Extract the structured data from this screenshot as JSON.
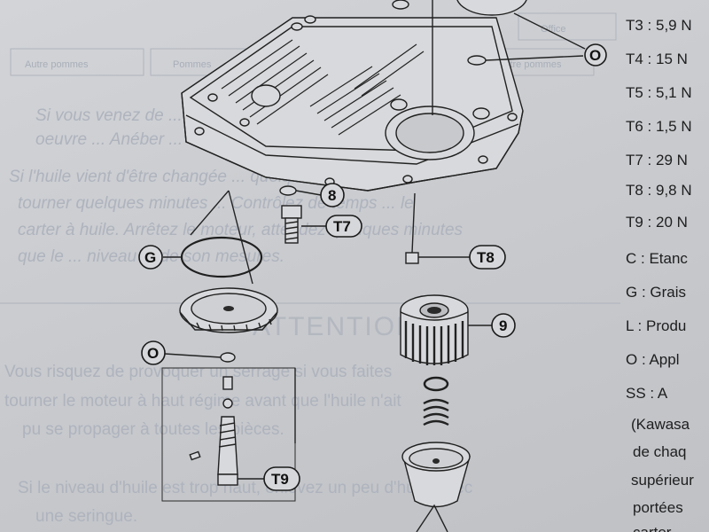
{
  "legend": [
    {
      "text": "T3 : 5,9 N"
    },
    {
      "text": "T4 : 15 N"
    },
    {
      "text": "T5 : 5,1 N"
    },
    {
      "text": "T6 : 1,5 N"
    },
    {
      "text": "T7 : 29 N"
    },
    {
      "text": "T8 : 9,8 N"
    },
    {
      "text": "T9 : 20 N"
    },
    {
      "text": "C : Etanc"
    },
    {
      "text": "G : Grais"
    },
    {
      "text": "L : Produ"
    },
    {
      "text": "O : Appl"
    },
    {
      "text": "SS   :   A"
    },
    {
      "text": "(Kawasa"
    },
    {
      "text": "de chaq"
    },
    {
      "text": "supérieur"
    },
    {
      "text": "portées"
    },
    {
      "text": "carter"
    }
  ],
  "callouts": {
    "o_top": "O",
    "eight": "8",
    "t7": "T7",
    "t8": "T8",
    "g": "G",
    "nine": "9",
    "o_left": "O",
    "t9": "T9"
  },
  "background_text": {
    "box_left": "Autre pommes",
    "box_mid": "Pommes",
    "box_right": "Autre pommes",
    "box_top_right": "Office",
    "attention": "ATTENTION",
    "lines": [
      "Si vous venez de ... de lancer ... la remise à ...",
      "oeuvre ... Anéber ...",
      "Si l'huile vient d'être changée ... quelques ... et laissez",
      "tourner quelques minutes ... Contrôlez de temps ... le",
      "carter à huile. Arrêtez le moteur, attendez quelques minutes",
      "que le ... niveau ... de son mesures.",
      "Vous risquez de provoquer un serrage si vous faites",
      "tourner le moteur à haut régime avant que l'huile n'ait",
      "pu se propager à toutes les pièces.",
      "Si le niveau d'huile est trop haut, enlevez un peu d'huile avec",
      "une seringue."
    ]
  }
}
